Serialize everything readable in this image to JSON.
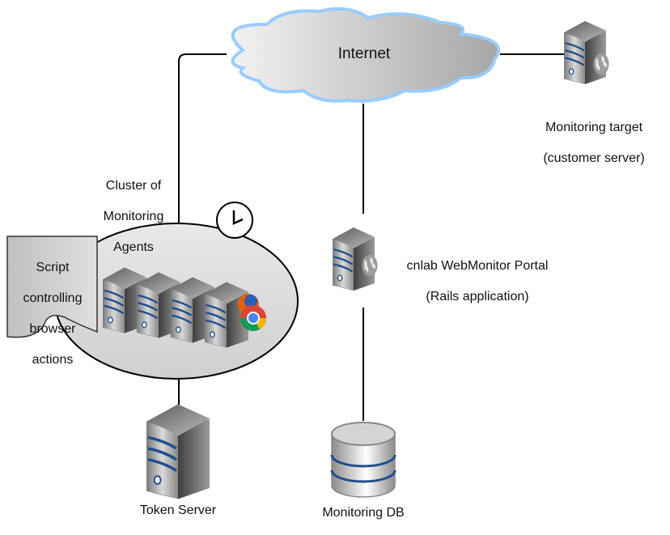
{
  "diagram": {
    "cloud": {
      "label": "Internet",
      "icon": "cloud-icon"
    },
    "nodes": {
      "monitoring_target": {
        "label_lines": [
          "Monitoring target",
          "(customer server)"
        ],
        "icon": "web-server-icon"
      },
      "cluster": {
        "label_lines": [
          "Cluster of",
          "Monitoring",
          "Agents"
        ],
        "icon": "server-cluster-icon",
        "timer_icon": "clock-icon"
      },
      "script": {
        "label_lines": [
          "Script",
          "controlling",
          "browser",
          "actions"
        ],
        "icon": "document-icon"
      },
      "portal": {
        "label_lines": [
          "cnlab WebMonitor Portal",
          "(Rails application)"
        ],
        "icon": "web-server-icon"
      },
      "token_server": {
        "label": "Token Server",
        "icon": "server-icon"
      },
      "monitoring_db": {
        "label": "Monitoring DB",
        "icon": "database-icon"
      }
    },
    "browser_icons": [
      "firefox-icon",
      "chrome-icon"
    ],
    "colors": {
      "cloud_border": "#99ccff",
      "server_stripe": "#1f4e8c",
      "cluster_fill": "#e6e6e6",
      "line": "#000000"
    },
    "edges": [
      {
        "from": "cluster",
        "to": "cloud"
      },
      {
        "from": "cloud",
        "to": "monitoring_target"
      },
      {
        "from": "cloud",
        "to": "portal"
      },
      {
        "from": "portal",
        "to": "monitoring_db"
      },
      {
        "from": "cluster",
        "to": "token_server"
      }
    ]
  }
}
